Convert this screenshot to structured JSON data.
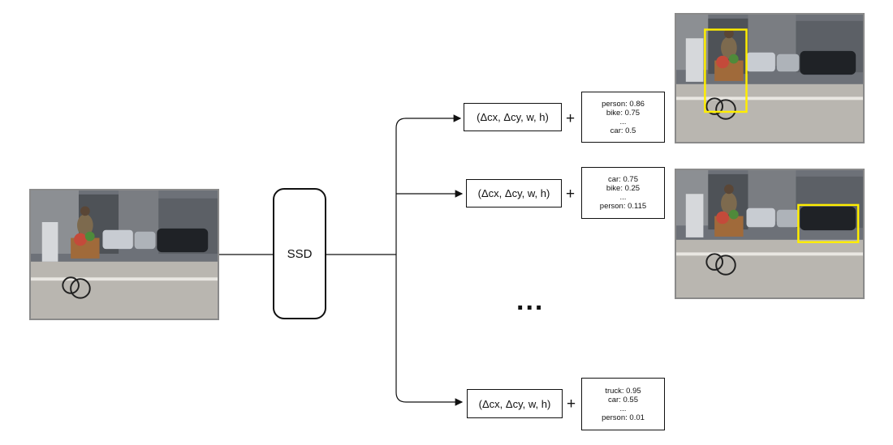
{
  "model": {
    "label": "SSD"
  },
  "predictions": [
    {
      "offsets": "(Δcx, Δcy, w, h)",
      "plus": "+",
      "scores": [
        "person: 0.86",
        "bike: 0.75",
        "...",
        "car: 0.5"
      ]
    },
    {
      "offsets": "(Δcx, Δcy, w, h)",
      "plus": "+",
      "scores": [
        "car: 0.75",
        "bike: 0.25",
        "...",
        "person: 0.115"
      ]
    },
    {
      "offsets": "(Δcx, Δcy, w, h)",
      "plus": "+",
      "scores": [
        "truck: 0.95",
        "car:  0.55",
        "...",
        "person: 0.01"
      ]
    }
  ],
  "ellipsis": "...",
  "colors": {
    "detection_box": "#ffee00",
    "line": "#111111",
    "photo_border": "#8a8a8a"
  },
  "images": {
    "input": "street-photo-cyclist",
    "output_top": "street-photo-cyclist-person-box",
    "output_bottom": "street-photo-cyclist-car-box"
  }
}
